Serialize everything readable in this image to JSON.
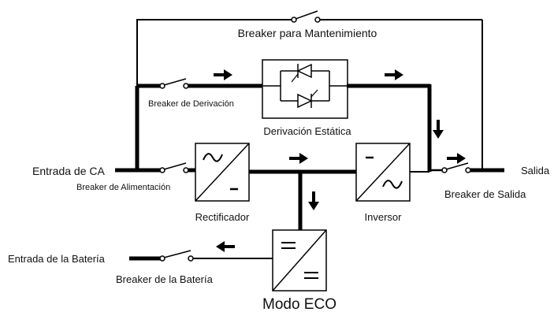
{
  "diagram": {
    "title": "Modo ECO",
    "labels": {
      "maintenance_breaker": "Breaker para Mantenimiento",
      "bypass_breaker": "Breaker de Derivación",
      "static_bypass": "Derivación Estática",
      "ac_input": "Entrada de CA",
      "input_breaker": "Breaker de Alimentación",
      "rectifier": "Rectificador",
      "inverter": "Inversor",
      "output": "Salida",
      "output_breaker": "Breaker de Salida",
      "battery_input": "Entrada de la Batería",
      "battery_breaker": "Breaker de la Batería"
    },
    "colors": {
      "line": "#000000",
      "background": "#ffffff"
    }
  }
}
